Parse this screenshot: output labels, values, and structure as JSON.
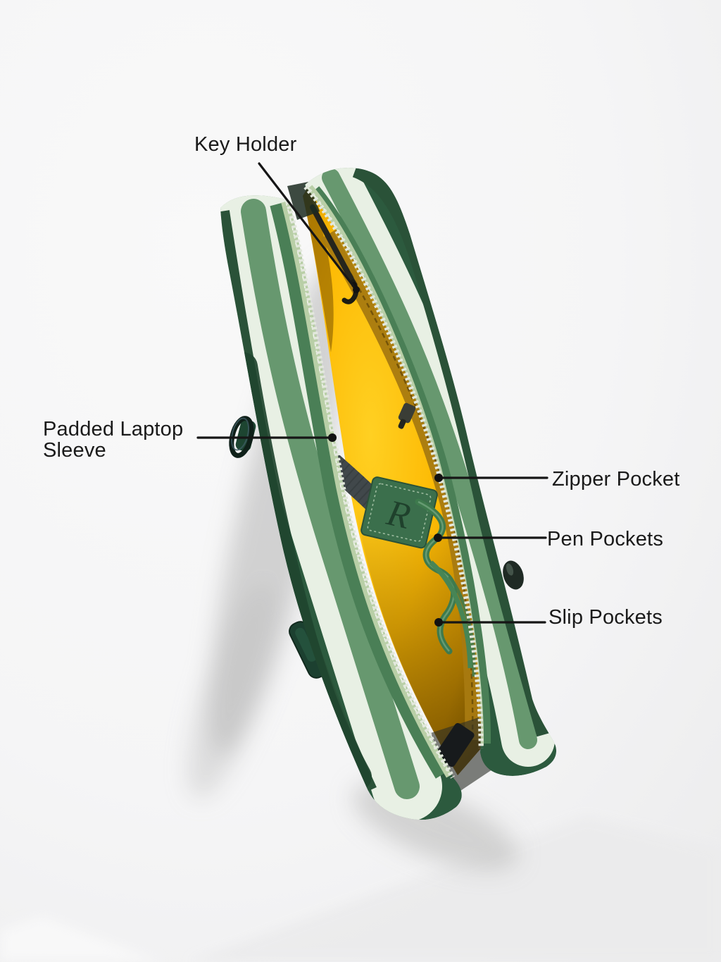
{
  "annotations": {
    "features": [
      {
        "id": "key-holder",
        "label": "Key Holder"
      },
      {
        "id": "padded-laptop-sleeve",
        "label": "Padded Laptop Sleeve"
      },
      {
        "id": "zipper-pocket",
        "label": "Zipper Pocket"
      },
      {
        "id": "pen-pockets",
        "label": "Pen Pockets"
      },
      {
        "id": "slip-pockets",
        "label": "Slip Pockets"
      }
    ],
    "leader_line_color": "#161616",
    "label_text_color": "#1a1a1a"
  },
  "bag": {
    "monogram": "R",
    "colors": {
      "leather_dark_green": "#2c5a3e",
      "stripe_green": "#67986f",
      "stripe_canvas": "#e8f0e4",
      "zipper_tape": "#b9cfa7",
      "interior_yellow": "#ffc10a",
      "interior_amber": "#a87a10",
      "webbing_gray": "#41484b",
      "tag_green": "#3b6f4c"
    }
  },
  "page": {
    "background": "#f6f6f7"
  }
}
